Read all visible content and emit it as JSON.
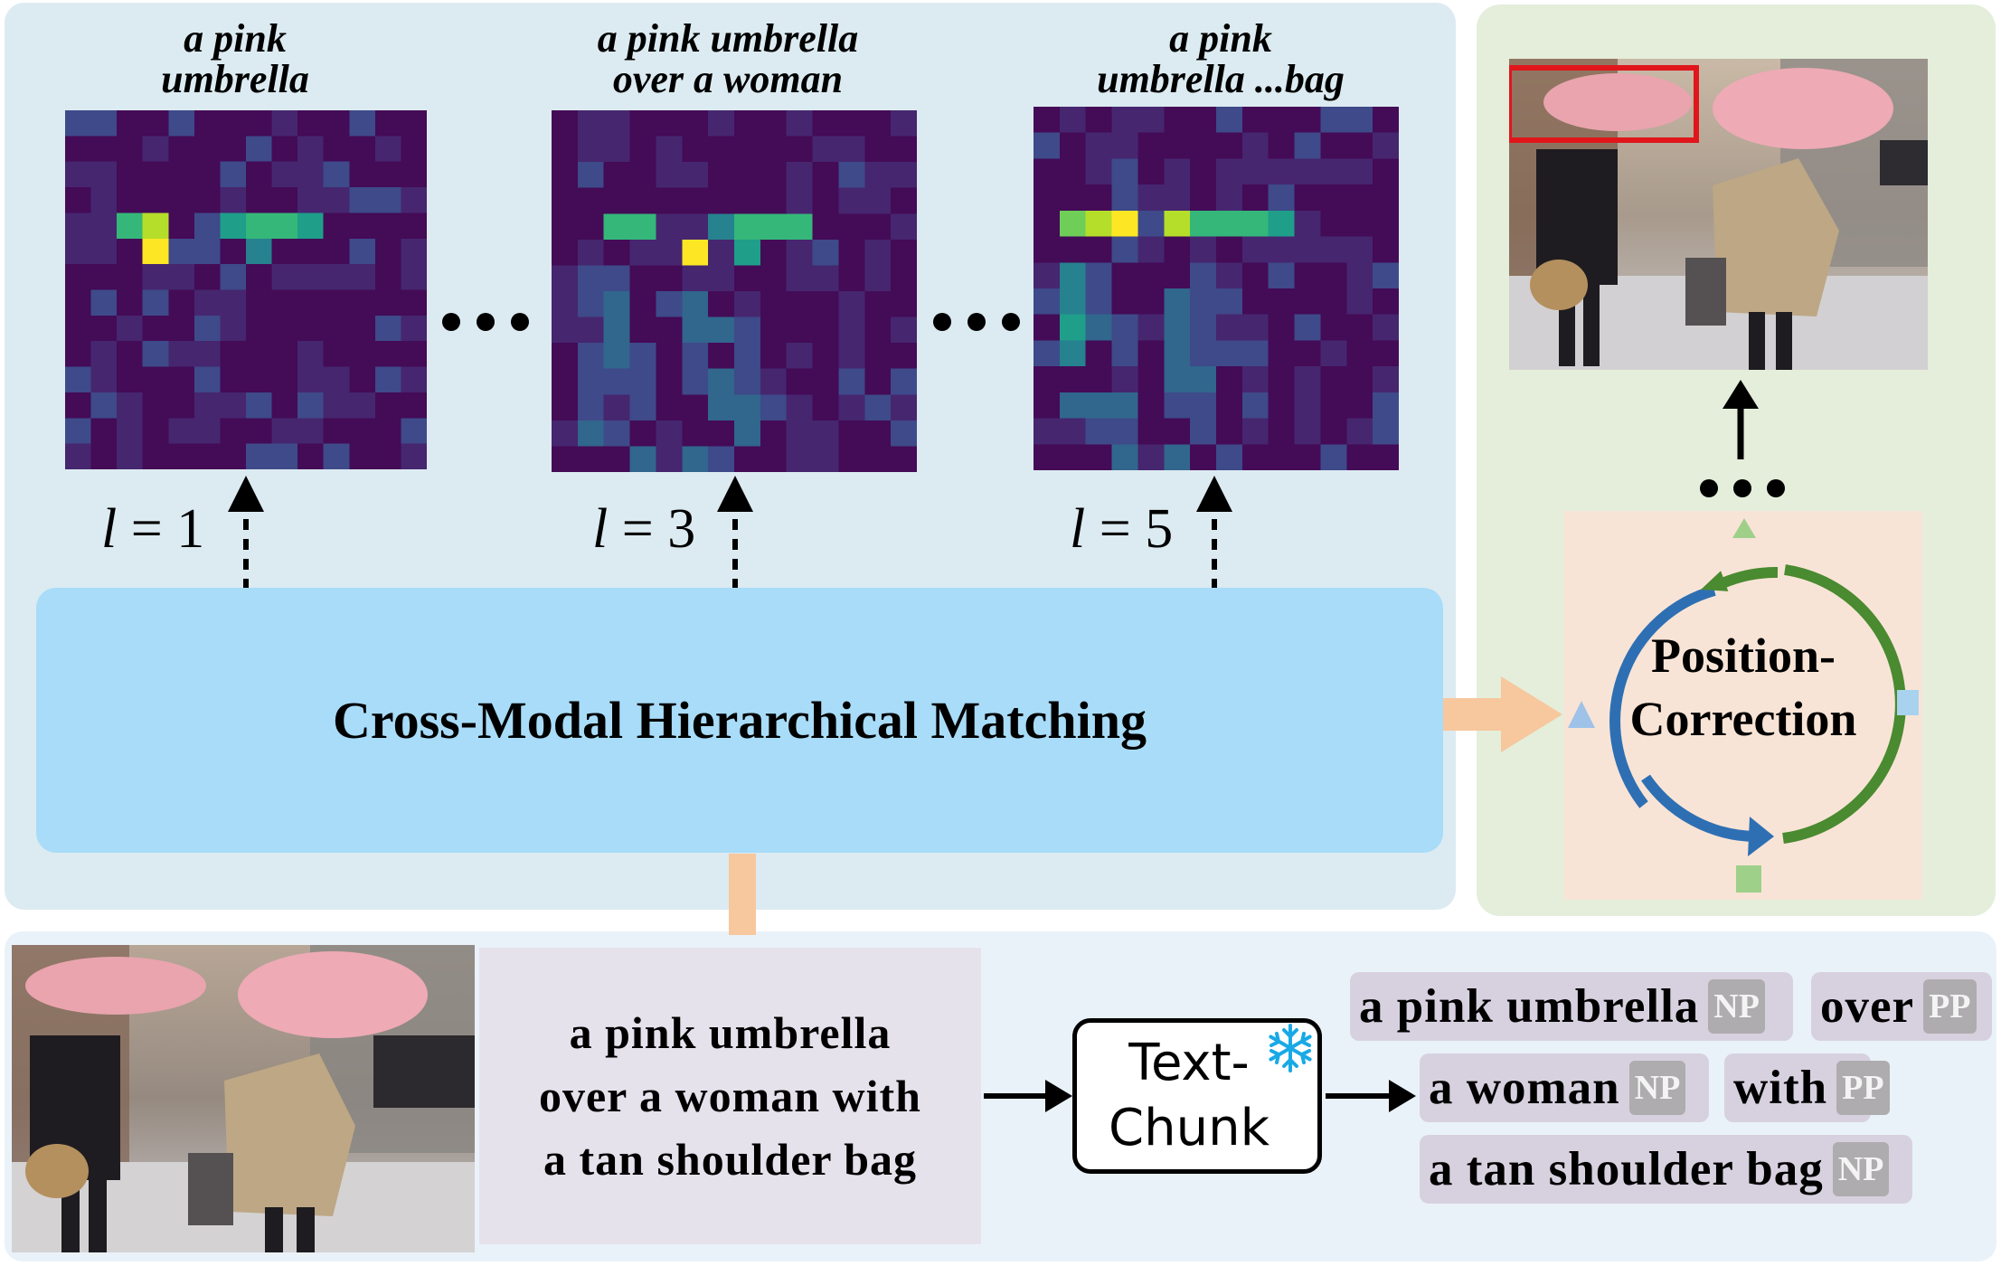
{
  "heatmaps": [
    {
      "label_line1": "a pink",
      "label_line2": "umbrella",
      "layer_var": "l",
      "layer_value": "1"
    },
    {
      "label_line1": "a pink umbrella",
      "label_line2": "over a woman",
      "layer_var": "l",
      "layer_value": "3"
    },
    {
      "label_line1": "a pink",
      "label_line2": "umbrella ...bag",
      "layer_var": "l",
      "layer_value": "5"
    }
  ],
  "matching_module": {
    "label": "Cross-Modal Hierarchical Matching"
  },
  "correction_module": {
    "label_line1": "Position-",
    "label_line2": "Correction"
  },
  "query": {
    "line1": "a pink umbrella",
    "line2": "over a woman with",
    "line3": "a tan shoulder bag"
  },
  "text_chunk": {
    "label_line1": "Text-",
    "label_line2": "Chunk",
    "icon": "snowflake-icon"
  },
  "chunks": [
    {
      "text": "a pink umbrella",
      "tag": "NP"
    },
    {
      "text": "over",
      "tag": "PP"
    },
    {
      "text": "a woman",
      "tag": "NP"
    },
    {
      "text": "with",
      "tag": "PP"
    },
    {
      "text": "a tan shoulder bag",
      "tag": "NP"
    }
  ],
  "colors": {
    "top_panel": "#dcebf1",
    "right_panel": "#e4eedb",
    "bottom_panel": "#eaf2f9",
    "matching_box": "#a8dcf8",
    "correction_box": "#f8e4d6",
    "loop_blue": "#2e6fb3",
    "loop_green": "#4a8a30",
    "bbox_red": "#e0161b"
  }
}
